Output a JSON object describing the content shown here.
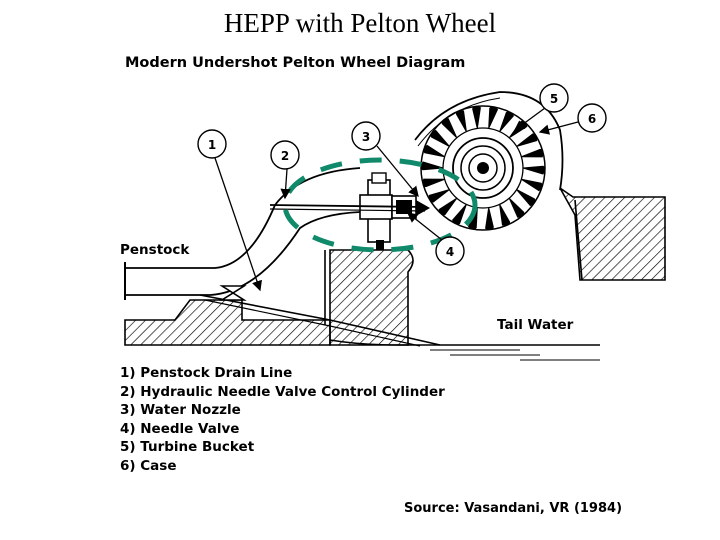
{
  "slide_title": "HEPP with Pelton Wheel",
  "diagram_title": "Modern Undershot Pelton Wheel Diagram",
  "labels": {
    "penstock": "Penstock",
    "tail_water": "Tail Water"
  },
  "callouts": [
    "1",
    "2",
    "3",
    "4",
    "5",
    "6"
  ],
  "legend": [
    "1) Penstock Drain Line",
    "2) Hydraulic Needle Valve Control Cylinder",
    "3) Water Nozzle",
    "4) Needle Valve",
    "5) Turbine Bucket",
    "6) Case"
  ],
  "source": "Source: Vasandani, VR (1984)",
  "colors": {
    "line": "#000000",
    "highlight": "#108a6a",
    "background": "#ffffff"
  }
}
